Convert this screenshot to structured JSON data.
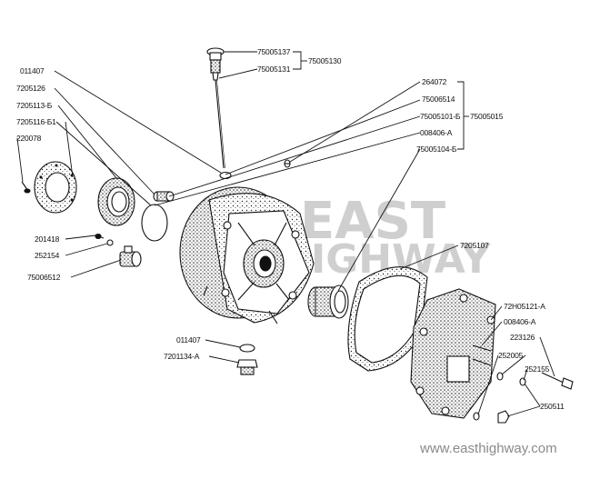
{
  "labels": {
    "p75005137": "75005137",
    "p75005131": "75005131",
    "p75005130": "75005130",
    "p011407a": "011407",
    "p7205126": "7205126",
    "p7205113b": "7205113-Б",
    "p7205116b1": "7205116-Б1",
    "p220078": "220078",
    "p264072": "264072",
    "p75006514": "75006514",
    "p75005101b": "75005101-Б",
    "p008406a1": "008406-А",
    "p75005104b": "75005104-Б",
    "p75005015": "75005015",
    "p201418": "201418",
    "p252154": "252154",
    "p75006512": "75006512",
    "p7205107": "7205107",
    "p72h05121a": "72Н05121-А",
    "p008406a2": "008406-А",
    "p223126": "223126",
    "p252005": "252005",
    "p252155": "252155",
    "p250511": "250511",
    "p011407b": "011407",
    "p7201134a": "7201134-А"
  },
  "watermark": {
    "line1": "EAST",
    "line2": "HIGHWAY",
    "site": "www.easthighway.com"
  },
  "colors": {
    "ink": "#111111",
    "watermark": "#cfcfcf",
    "site": "#8a8a8a"
  }
}
